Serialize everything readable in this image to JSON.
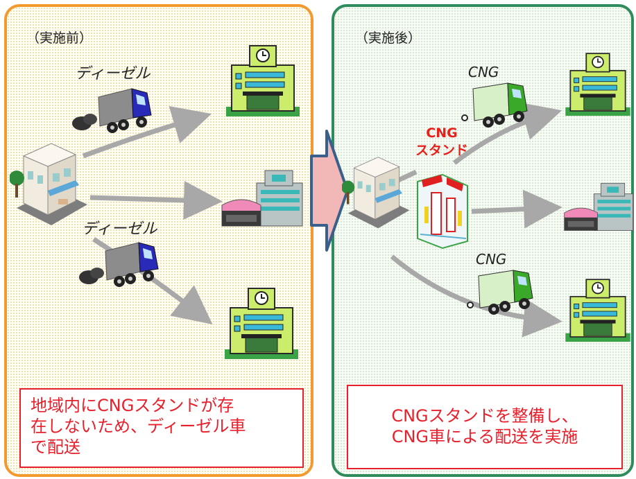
{
  "before": {
    "title": "（実施前）",
    "truck_label_1": "ディーゼル",
    "truck_label_2": "ディーゼル",
    "caption_lines": [
      "地域内にCNGスタンドが存",
      "在しないため、ディーゼル車",
      "で配送"
    ]
  },
  "after": {
    "title": "（実施後）",
    "truck_label_1": "CNG",
    "truck_label_2": "CNG",
    "stand_line_1": "CNG",
    "stand_line_2": "スタンド",
    "caption_lines": [
      "CNGスタンドを整備し、",
      "CNG車による配送を実施"
    ]
  },
  "colors": {
    "before_border": "#f29a2e",
    "after_border": "#2e8b5c",
    "caption_red": "#e8202c",
    "arrow_gray": "#a8a8a8",
    "transition_arrow": "#f2b8b8"
  }
}
